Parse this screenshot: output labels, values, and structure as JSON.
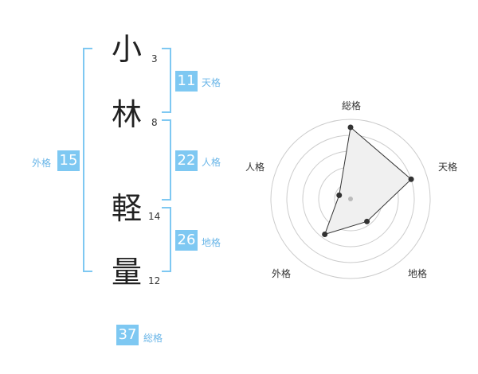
{
  "name": {
    "chars": [
      {
        "char": "小",
        "strokes": "3"
      },
      {
        "char": "林",
        "strokes": "8"
      },
      {
        "char": "軽",
        "strokes": "14"
      },
      {
        "char": "量",
        "strokes": "12"
      }
    ]
  },
  "fortunes": {
    "tenkaku": {
      "value": "11",
      "label": "天格"
    },
    "jinkaku": {
      "value": "22",
      "label": "人格"
    },
    "chikaku": {
      "value": "26",
      "label": "地格"
    },
    "gaikaku": {
      "value": "15",
      "label": "外格"
    },
    "soukaku": {
      "value": "37",
      "label": "総格"
    }
  },
  "radar": {
    "labels": {
      "top": "総格",
      "right": "天格",
      "bottom_right": "地格",
      "bottom_left": "外格",
      "left": "人格"
    },
    "levels": [
      0.9,
      0.8,
      0.35,
      0.55,
      0.15
    ],
    "colors": {
      "fill": "#f0f0f0",
      "line": "#333333",
      "ring": "#cccccc",
      "center": "#bbbbbb"
    }
  },
  "colors": {
    "accent": "#7ec8f2"
  }
}
